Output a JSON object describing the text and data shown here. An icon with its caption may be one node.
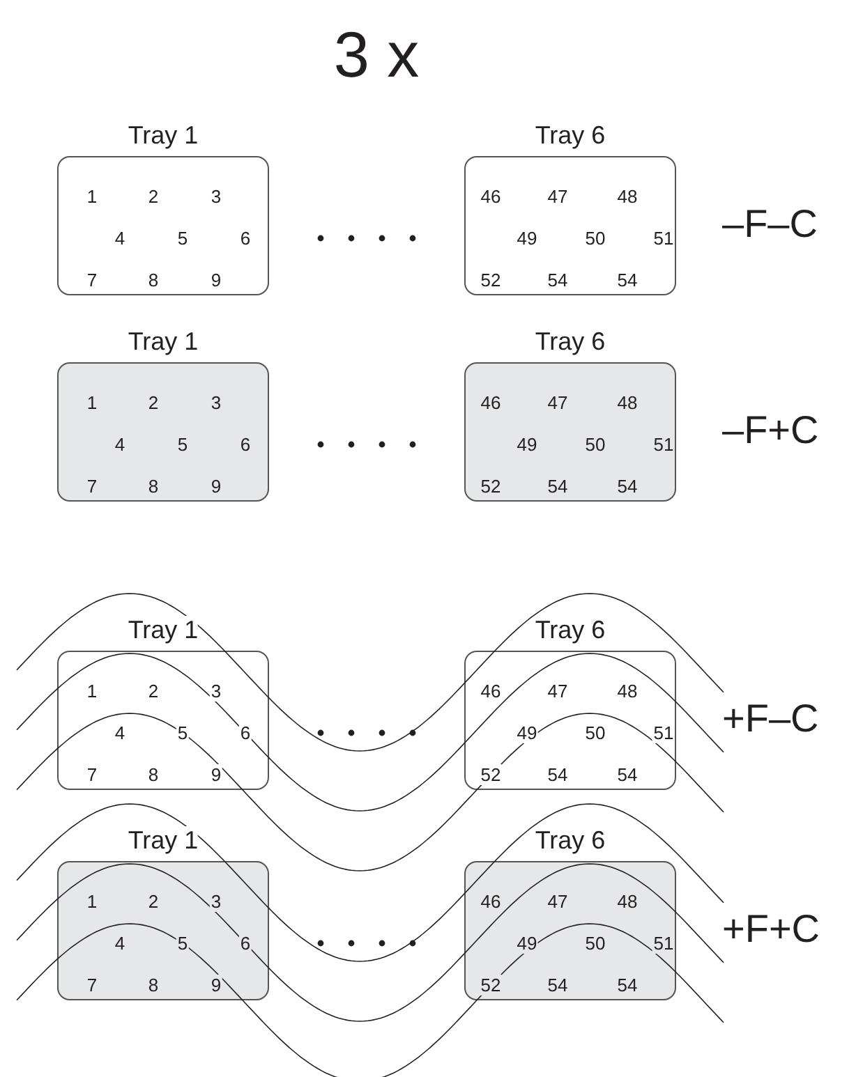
{
  "diagram": {
    "title": "3 x",
    "nodes": [
      {
        "text": [
          "Tray 1",
          "1",
          "2",
          "3",
          "4",
          "5",
          "6",
          "7",
          "8",
          "9"
        ]
      },
      {
        "text": [
          "Tray 6",
          "46",
          "47",
          "48",
          "49",
          "50",
          "51",
          "52",
          "54",
          "54"
        ]
      },
      {
        "text": [
          "Tray 1",
          "1",
          "2",
          "3",
          "4",
          "5",
          "6",
          "7",
          "8",
          "9"
        ]
      },
      {
        "text": [
          "Tray 6",
          "46",
          "47",
          "48",
          "49",
          "50",
          "51",
          "52",
          "54",
          "54"
        ]
      },
      {
        "text": [
          "Tray 1",
          "1",
          "2",
          "3",
          "4",
          "5",
          "6",
          "7",
          "8",
          "9"
        ]
      },
      {
        "text": [
          "Tray 6",
          "46",
          "47",
          "48",
          "49",
          "50",
          "51",
          "52",
          "54",
          "54"
        ]
      },
      {
        "text": [
          "Tray 1",
          "1",
          "2",
          "3",
          "4",
          "5",
          "6",
          "7",
          "8",
          "9"
        ]
      },
      {
        "text": [
          "Tray 6",
          "46",
          "47",
          "48",
          "49",
          "50",
          "51",
          "52",
          "54",
          "54"
        ]
      }
    ],
    "labels": [
      "–F–C",
      "–F+C",
      "+F–C",
      "+F+C"
    ]
  }
}
